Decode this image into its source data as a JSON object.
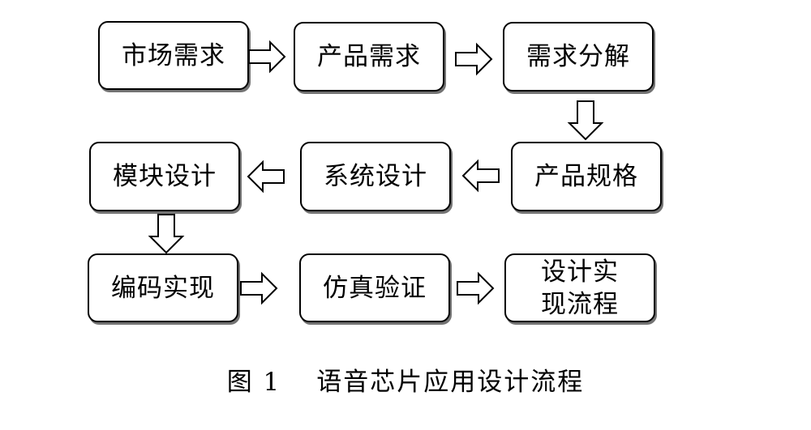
{
  "flow": {
    "nodes": [
      {
        "id": "market-demand",
        "label": "市场需求"
      },
      {
        "id": "product-demand",
        "label": "产品需求"
      },
      {
        "id": "demand-decomposition",
        "label": "需求分解"
      },
      {
        "id": "product-spec",
        "label": "产品规格"
      },
      {
        "id": "system-design",
        "label": "系统设计"
      },
      {
        "id": "module-design",
        "label": "模块设计"
      },
      {
        "id": "coding",
        "label": "编码实现"
      },
      {
        "id": "simulation",
        "label": "仿真验证"
      },
      {
        "id": "design-flow",
        "label": "设计实现流程"
      }
    ],
    "edges": [
      {
        "from": "market-demand",
        "to": "product-demand"
      },
      {
        "from": "product-demand",
        "to": "demand-decomposition"
      },
      {
        "from": "demand-decomposition",
        "to": "product-spec"
      },
      {
        "from": "product-spec",
        "to": "system-design"
      },
      {
        "from": "system-design",
        "to": "module-design"
      },
      {
        "from": "module-design",
        "to": "coding"
      },
      {
        "from": "coding",
        "to": "simulation"
      },
      {
        "from": "simulation",
        "to": "design-flow"
      }
    ]
  },
  "caption": {
    "figure_number": "图 1",
    "title": "语音芯片应用设计流程"
  }
}
